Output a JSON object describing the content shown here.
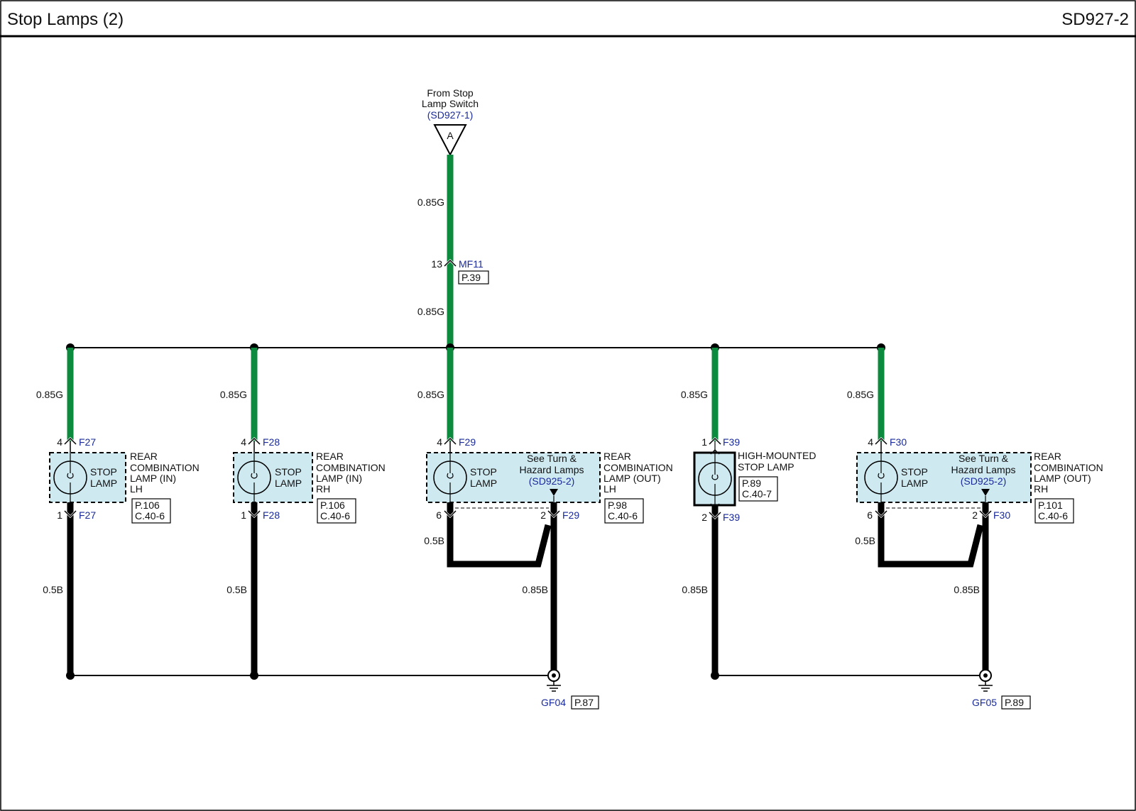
{
  "header": {
    "title": "Stop Lamps (2)",
    "page_code": "SD927-2"
  },
  "source": {
    "line1": "From Stop",
    "line2": "Lamp Switch",
    "ref": "(SD927-1)",
    "connector_letter": "A"
  },
  "trunk": {
    "wire_upper": "0.85G",
    "wire_lower": "0.85G",
    "pin": "13",
    "connector": "MF11",
    "page_ref": "P.39"
  },
  "colors": {
    "green_wire": "#0c8a3e",
    "black_wire": "#000000",
    "component_fill": "#cfe9f1",
    "link_blue": "#1a2a9a"
  },
  "branches": [
    {
      "wire_top": "0.85G",
      "pin_top": "4",
      "conn_top": "F27",
      "lamp_label_1": "STOP",
      "lamp_label_2": "LAMP",
      "comp_line1": "REAR",
      "comp_line2": "COMBINATION",
      "comp_line3": "LAMP (IN)",
      "comp_line4": "LH",
      "ref_page": "P.106",
      "ref_conn": "C.40-6",
      "pin_bottom": "1",
      "conn_bottom": "F27",
      "wire_bottom": "0.5B"
    },
    {
      "wire_top": "0.85G",
      "pin_top": "4",
      "conn_top": "F28",
      "lamp_label_1": "STOP",
      "lamp_label_2": "LAMP",
      "comp_line1": "REAR",
      "comp_line2": "COMBINATION",
      "comp_line3": "LAMP (IN)",
      "comp_line4": "RH",
      "ref_page": "P.106",
      "ref_conn": "C.40-6",
      "pin_bottom": "1",
      "conn_bottom": "F28",
      "wire_bottom": "0.5B"
    },
    {
      "wire_top": "0.85G",
      "pin_top": "4",
      "conn_top": "F29",
      "lamp_label_1": "STOP",
      "lamp_label_2": "LAMP",
      "see_1": "See Turn &",
      "see_2": "Hazard Lamps",
      "see_ref": "(SD925-2)",
      "comp_line1": "REAR",
      "comp_line2": "COMBINATION",
      "comp_line3": "LAMP (OUT)",
      "comp_line4": "LH",
      "ref_page": "P.98",
      "ref_conn": "C.40-6",
      "pin_left": "6",
      "pin_right": "2",
      "conn_bottom": "F29",
      "wire_left": "0.5B",
      "wire_bottom": "0.85B"
    },
    {
      "wire_top": "0.85G",
      "pin_top": "1",
      "conn_top": "F39",
      "comp_line1": "HIGH-MOUNTED",
      "comp_line2": "STOP LAMP",
      "ref_page": "P.89",
      "ref_conn": "C.40-7",
      "pin_bottom": "2",
      "conn_bottom": "F39",
      "wire_bottom": "0.85B"
    },
    {
      "wire_top": "0.85G",
      "pin_top": "4",
      "conn_top": "F30",
      "lamp_label_1": "STOP",
      "lamp_label_2": "LAMP",
      "see_1": "See Turn &",
      "see_2": "Hazard Lamps",
      "see_ref": "(SD925-2)",
      "comp_line1": "REAR",
      "comp_line2": "COMBINATION",
      "comp_line3": "LAMP (OUT)",
      "comp_line4": "RH",
      "ref_page": "P.101",
      "ref_conn": "C.40-6",
      "pin_left": "6",
      "pin_right": "2",
      "conn_bottom": "F30",
      "wire_left": "0.5B",
      "wire_bottom": "0.85B"
    }
  ],
  "grounds": [
    {
      "name": "GF04",
      "page_ref": "P.87"
    },
    {
      "name": "GF05",
      "page_ref": "P.89"
    }
  ]
}
